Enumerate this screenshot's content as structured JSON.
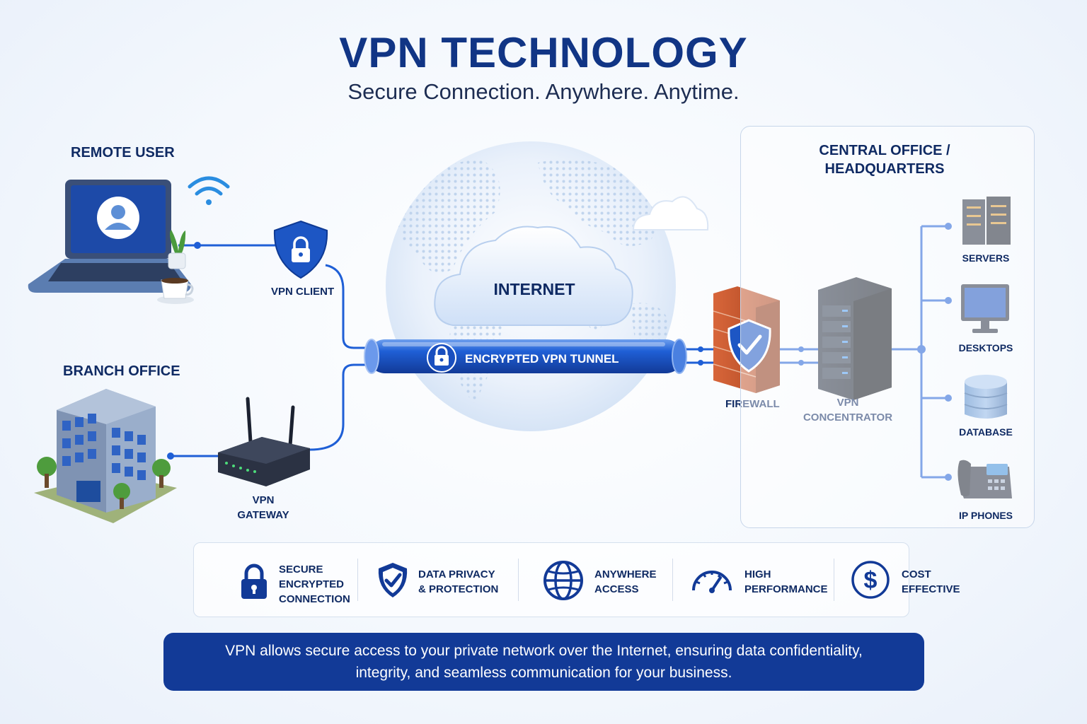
{
  "header": {
    "title": "VPN TECHNOLOGY",
    "subtitle": "Secure Connection. Anywhere. Anytime."
  },
  "nodes": {
    "remote_user": "REMOTE USER",
    "vpn_client": "VPN CLIENT",
    "branch_office": "BRANCH OFFICE",
    "vpn_gateway_line1": "VPN",
    "vpn_gateway_line2": "GATEWAY",
    "internet": "INTERNET",
    "tunnel": "ENCRYPTED VPN TUNNEL",
    "firewall": "FIREWALL",
    "concentrator_line1": "VPN",
    "concentrator_line2": "CONCENTRATOR"
  },
  "hq": {
    "title_line1": "CENTRAL OFFICE /",
    "title_line2": "HEADQUARTERS",
    "resources": [
      "SERVERS",
      "DESKTOPS",
      "DATABASE",
      "IP PHONES"
    ]
  },
  "features": [
    {
      "icon": "padlock-icon",
      "text": "SECURE\nENCRYPTED\nCONNECTION"
    },
    {
      "icon": "shield-check-icon",
      "text": "DATA PRIVACY\n& PROTECTION"
    },
    {
      "icon": "globe-icon",
      "text": "ANYWHERE\nACCESS"
    },
    {
      "icon": "speedometer-icon",
      "text": "HIGH\nPERFORMANCE"
    },
    {
      "icon": "dollar-icon",
      "text": "COST\nEFFECTIVE"
    }
  ],
  "footer": {
    "line1": "VPN allows secure access to your private network over the Internet, ensuring data confidentiality,",
    "line2": "integrity, and seamless communication for your business."
  },
  "colors": {
    "primary": "#123a97",
    "accent": "#1f5fd6",
    "firewall_brick": "#c0522a",
    "text": "#0f2a63"
  }
}
